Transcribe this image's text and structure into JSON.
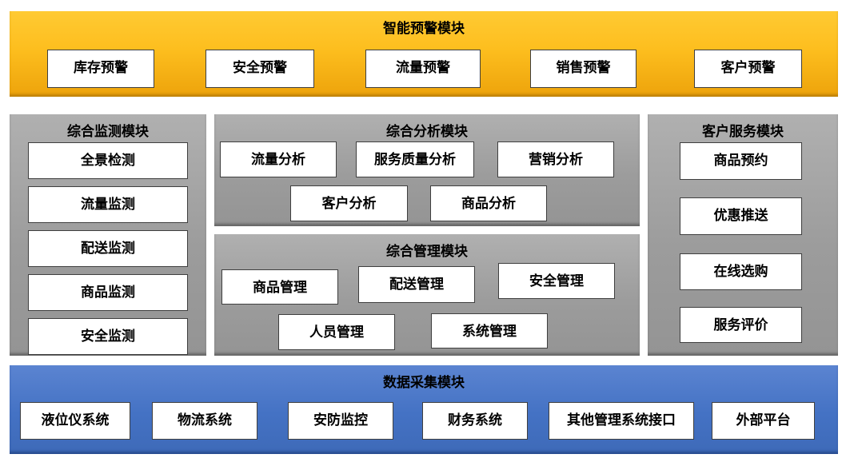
{
  "modules": {
    "alert": {
      "title": "智能预警模块",
      "items": [
        "库存预警",
        "安全预警",
        "流量预警",
        "销售预警",
        "客户预警"
      ]
    },
    "monitor": {
      "title": "综合监测模块",
      "items": [
        "全景检测",
        "流量监测",
        "配送监测",
        "商品监测",
        "安全监测"
      ]
    },
    "analysis": {
      "title": "综合分析模块",
      "items": [
        "流量分析",
        "服务质量分析",
        "营销分析",
        "客户分析",
        "商品分析"
      ]
    },
    "management": {
      "title": "综合管理模块",
      "items": [
        "商品管理",
        "配送管理",
        "安全管理",
        "人员管理",
        "系统管理"
      ]
    },
    "service": {
      "title": "客户服务模块",
      "items": [
        "商品预约",
        "优惠推送",
        "在线选购",
        "服务评价"
      ]
    },
    "data_collection": {
      "title": "数据采集模块",
      "items": [
        "液位仪系统",
        "物流系统",
        "安防监控",
        "财务系统",
        "其他管理系统接口",
        "外部平台"
      ]
    }
  },
  "colors": {
    "alert_gradient_top": "#ffca33",
    "alert_gradient_bottom": "#eda30b",
    "panel_gray": "#9c9c9c",
    "data_blue": "#4472c4",
    "box_background": "#ffffff",
    "box_border": "#3f3f3f",
    "text": "#000000",
    "page_background": "#ffffff"
  }
}
